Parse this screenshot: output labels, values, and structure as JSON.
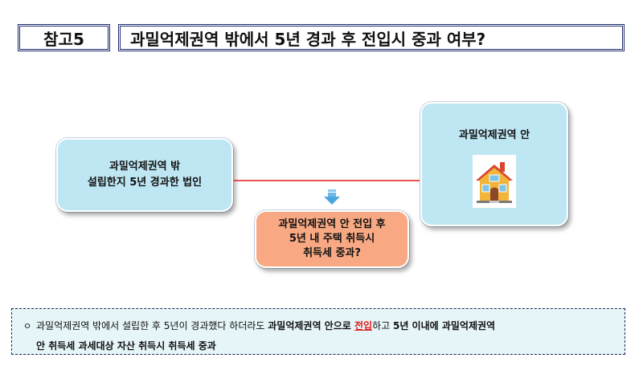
{
  "header": {
    "tag": "참고5",
    "title": "과밀억제권역 밖에서 5년 경과 후 전입시 중과 여부?"
  },
  "diagram": {
    "origin_box": {
      "line1": "과밀억제권역 밖",
      "line2": "설립한지 5년 경과한 법인"
    },
    "target_box": {
      "label": "과밀억제권역 안",
      "icon": "house-icon"
    },
    "question_box": {
      "line1": "과밀억제권역 안 전입 후",
      "line2": "5년 내 주택 취득시",
      "line3": "취득세 중과?"
    },
    "colors": {
      "light_blue": "#bfe7f3",
      "orange": "#f8a983",
      "arrow_red": "#e21b1b",
      "down_arrow_blue": "#6fb9e6"
    }
  },
  "note": {
    "bullet": "ㅇ",
    "part1": "과밀억제권역 밖에서 설립한 후 5년이 경과했다 하더라도 ",
    "part2_bold": "과밀억제권역 안으로 ",
    "part3_red": "전입",
    "part4": "하고 ",
    "part5_bold": "5년 이내에 과밀억제권역",
    "line2_bold": "안 취득세 과세대상 자산 취득시 취득세 중과"
  }
}
